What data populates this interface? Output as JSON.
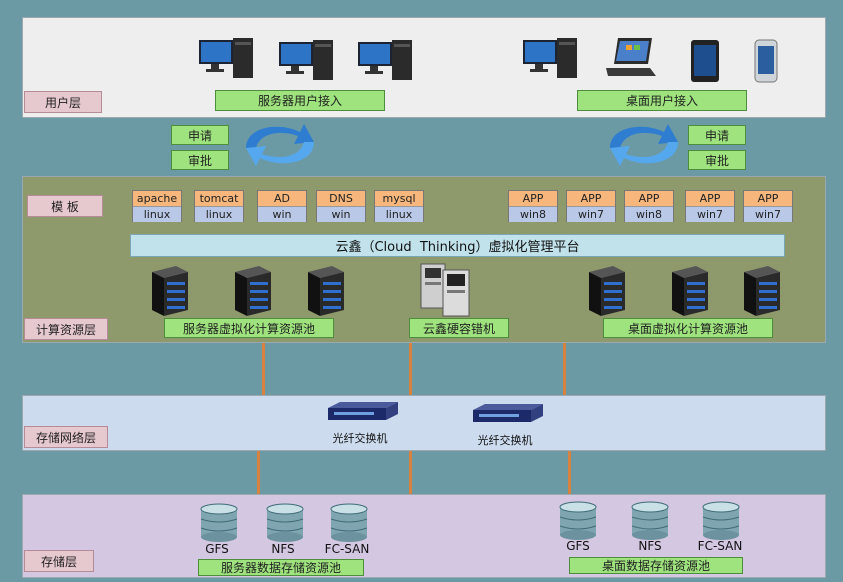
{
  "layers": {
    "user": "用户层",
    "compute": "计算资源层",
    "storage_network": "存储网络层",
    "storage": "存储层"
  },
  "access": {
    "server_users": "服务器用户接入",
    "desktop_users": "桌面用户接入"
  },
  "approval": {
    "left_apply": "申请",
    "left_approve": "审批",
    "right_apply": "申请",
    "right_approve": "审批"
  },
  "template_label": "模 板",
  "templates": [
    {
      "top": "apache",
      "bottom": "linux"
    },
    {
      "top": "tomcat",
      "bottom": "linux"
    },
    {
      "top": "AD",
      "bottom": "win"
    },
    {
      "top": "DNS",
      "bottom": "win"
    },
    {
      "top": "mysql",
      "bottom": "linux"
    },
    {
      "top": "APP",
      "bottom": "win8"
    },
    {
      "top": "APP",
      "bottom": "win7"
    },
    {
      "top": "APP",
      "bottom": "win8"
    },
    {
      "top": "APP",
      "bottom": "win7"
    },
    {
      "top": "APP",
      "bottom": "win7"
    }
  ],
  "platform": "云鑫（Cloud  Thinking）虚拟化管理平台",
  "pools": {
    "server_compute": "服务器虚拟化计算资源池",
    "cloud_backup": "云鑫硬容错机",
    "desktop_compute": "桌面虚拟化计算资源池",
    "server_storage": "服务器数据存储资源池",
    "desktop_storage": "桌面数据存储资源池"
  },
  "switches": [
    "光纤交换机",
    "光纤交换机"
  ],
  "storage_types": {
    "left": [
      "GFS",
      "NFS",
      "FC-SAN"
    ],
    "right": [
      "GFS",
      "NFS",
      "FC-SAN"
    ]
  },
  "colors": {
    "background": "#6b9aa5",
    "user_layer": "#eeeeee",
    "compute_layer": "#8f9a6c",
    "network_layer": "#ccdbee",
    "storage_layer": "#d3c7e1",
    "label_green": "#9ee37d",
    "connector": "#d7823f"
  }
}
